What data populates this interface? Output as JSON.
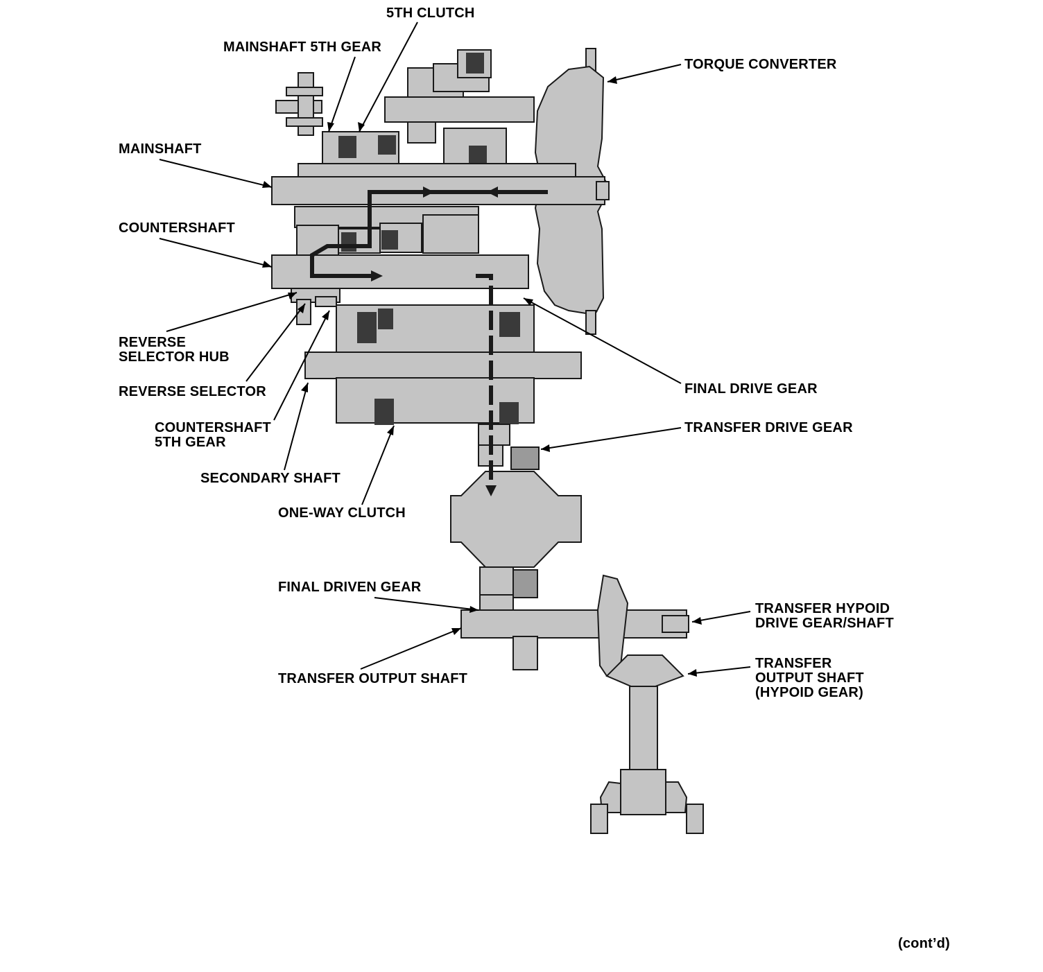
{
  "colors": {
    "ink": "#000000",
    "part_fill": "#c4c4c4",
    "part_dark": "#9a9a9a",
    "flow_arrow": "#1a1a1a"
  },
  "labels": {
    "fifth_clutch": "5TH CLUTCH",
    "mainshaft_5th_gear": "MAINSHAFT 5TH GEAR",
    "torque_converter": "TORQUE CONVERTER",
    "mainshaft": "MAINSHAFT",
    "countershaft": "COUNTERSHAFT",
    "reverse_selector_hub_1": "REVERSE",
    "reverse_selector_hub_2": "SELECTOR HUB",
    "reverse_selector": "REVERSE SELECTOR",
    "countershaft_5th_gear_1": "COUNTERSHAFT",
    "countershaft_5th_gear_2": "5TH GEAR",
    "secondary_shaft": "SECONDARY SHAFT",
    "one_way_clutch": "ONE-WAY CLUTCH",
    "final_drive_gear": "FINAL DRIVE GEAR",
    "transfer_drive_gear": "TRANSFER DRIVE GEAR",
    "final_driven_gear": "FINAL DRIVEN GEAR",
    "transfer_output_shaft": "TRANSFER OUTPUT SHAFT",
    "transfer_hypoid_1": "TRANSFER HYPOID",
    "transfer_hypoid_2": "DRIVE GEAR/SHAFT",
    "transfer_output_hypoid_1": "TRANSFER",
    "transfer_output_hypoid_2": "OUTPUT SHAFT",
    "transfer_output_hypoid_3": "(HYPOID GEAR)"
  },
  "footer": {
    "contd": "(cont’d)"
  }
}
